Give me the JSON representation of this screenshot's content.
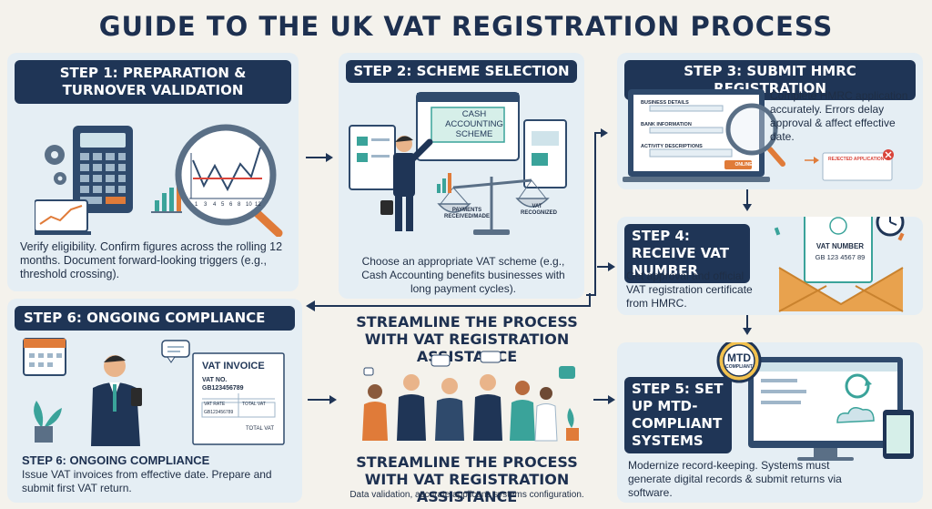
{
  "title": "GUIDE TO THE UK VAT REGISTRATION PROCESS",
  "steps": {
    "step1": {
      "heading": "STEP 1: PREPARATION & TURNOVER VALIDATION",
      "description": "Verify eligibility. Confirm figures across the rolling 12 months. Document forward-looking triggers (e.g., threshold crossing).",
      "chart_ticks": [
        "1",
        "3",
        "4",
        "5",
        "6",
        "8",
        "10",
        "12"
      ]
    },
    "step2": {
      "heading": "STEP 2: SCHEME SELECTION",
      "description": "Choose an appropriate VAT scheme (e.g., Cash Accounting benefits businesses with long payment cycles).",
      "sign_label": "CASH ACCOUNTING SCHEME",
      "scale_left": "PAYMENTS RECEIVED/MADE",
      "scale_right": "VAT RECOGNIZED"
    },
    "step3": {
      "heading": "STEP 3: SUBMIT HMRC REGISTRATION",
      "description": "Complete HMRC application accurately. Errors delay approval & affect effective date.",
      "form_fields": [
        "BUSINESS DETAILS",
        "BANK INFORMATION",
        "ACTIVITY DESCRIPTIONS"
      ],
      "form_button": "ONLINE",
      "rejected_label": "REJECTED APPLICATION"
    },
    "step4": {
      "heading": "STEP 4: RECEIVE VAT NUMBER",
      "description": "Get approval and official VAT registration certificate from HMRC.",
      "certificate_title": "VAT NUMBER",
      "certificate_number": "GB 123 4567 89"
    },
    "step5": {
      "heading": "STEP 5: SET UP MTD-COMPLIANT SYSTEMS",
      "description": "Modernize record-keeping. Systems must generate digital records & submit returns via software.",
      "badge_top": "MTD",
      "badge_bottom": "COMPLIANT"
    },
    "step6": {
      "heading": "STEP 6: ONGOING COMPLIANCE",
      "subheading": "STEP 6: ONGOING COMPLIANCE",
      "description": "Issue VAT invoices from effective date. Prepare and submit first VAT return.",
      "invoice_title": "VAT INVOICE",
      "invoice_vat_no_label": "VAT NO.",
      "invoice_vat_no": "GB123456789",
      "invoice_col1": "VAT RATE",
      "invoice_col2": "TOTAL VAT",
      "invoice_row": "GB123456789",
      "invoice_total": "TOTAL VAT"
    }
  },
  "assist": {
    "title_top": "STREAMLINE THE PROCESS WITH VAT REGISTRATION ASSISTANCE",
    "title_bottom": "STREAMLINE THE PROCESS WITH VAT REGISTRATION ASSISTANCE",
    "description": "Data validation, accurate applicans systems configuration."
  },
  "colors": {
    "navy": "#1f3556",
    "panel": "#e5eef4",
    "background": "#f4f2ec",
    "orange": "#e07b39",
    "teal": "#3aa39a"
  }
}
